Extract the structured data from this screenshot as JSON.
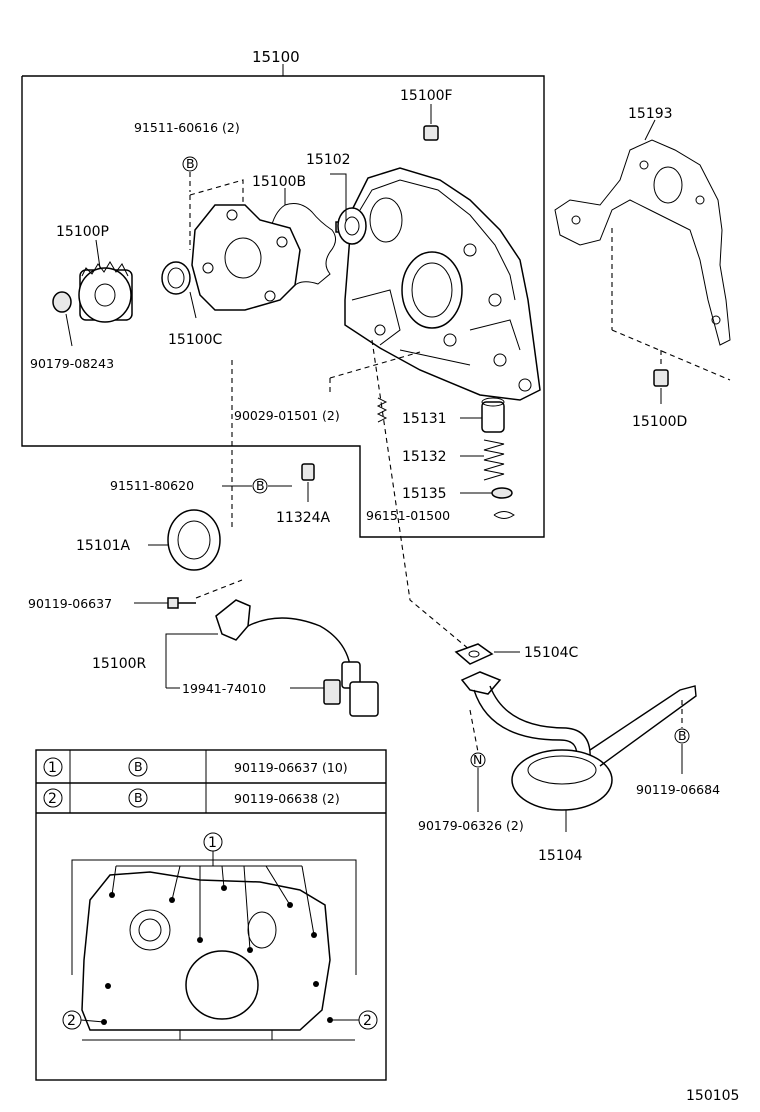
{
  "labels": {
    "assembly": "15100",
    "p15100F": "15100F",
    "p15102": "15102",
    "p15100B": "15100B",
    "p91511_60616": "91511-60616 (2)",
    "p15100P": "15100P",
    "p90179_08243": "90179-08243",
    "p15100C": "15100C",
    "p90029_01501": "90029-01501 (2)",
    "p15131": "15131",
    "p15132": "15132",
    "p15135": "15135",
    "p96151_01500": "96151-01500",
    "p91511_80620": "91511-80620",
    "p11324A": "11324A",
    "p15101A": "15101A",
    "p15193": "15193",
    "p15100D": "15100D",
    "p90119_06637": "90119-06637",
    "p15100R": "15100R",
    "p19941_74010": "19941-74010",
    "p15104C": "15104C",
    "p90119_06684": "90119-06684",
    "p90179_06326": "90179-06326 (2)",
    "p15104": "15104",
    "figure_number": "150105"
  },
  "markers": {
    "bolt_b": "B",
    "bolt_n": "N",
    "callout_1": "1",
    "callout_2": "2"
  },
  "legend": {
    "rows": [
      {
        "num": "1",
        "mark": "B",
        "part": "90119-06637 (10)"
      },
      {
        "num": "2",
        "mark": "B",
        "part": "90119-06638 (2)"
      }
    ]
  }
}
